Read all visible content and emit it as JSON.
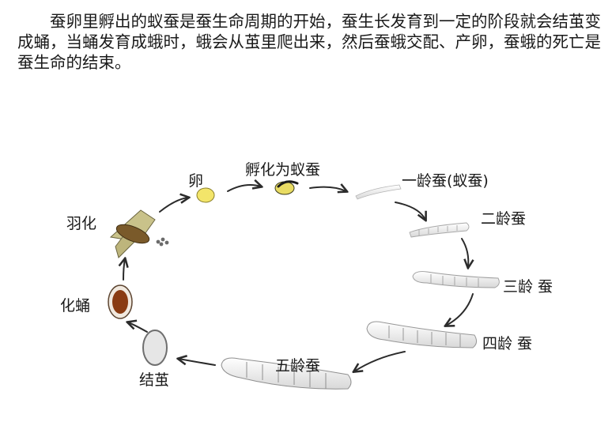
{
  "intro_text": "蚕卵里孵出的蚁蚕是蚕生命周期的开始，蚕生长发育到一定的阶段就会结茧变成蛹，当蛹发育成蛾时，蛾会从茧里爬出来，然后蚕蛾交配、产卵，蚕蛾的死亡是蚕生命的结束。",
  "stages": {
    "egg": "卵",
    "hatch": "孵化为蚁蚕",
    "instar1": "一龄蚕(蚁蚕)",
    "instar2": "二龄蚕",
    "instar3": "三龄 蚕",
    "instar4": "四龄 蚕",
    "instar5": "五龄蚕",
    "cocoon": "结茧",
    "pupa": "化蛹",
    "emerge": "羽化"
  },
  "colors": {
    "arrow": "#2b2b2b",
    "egg": "#f3e56a",
    "pupa": "#8a3b12",
    "moth": "#7a5a2a",
    "larva": "#f4f4f4"
  }
}
